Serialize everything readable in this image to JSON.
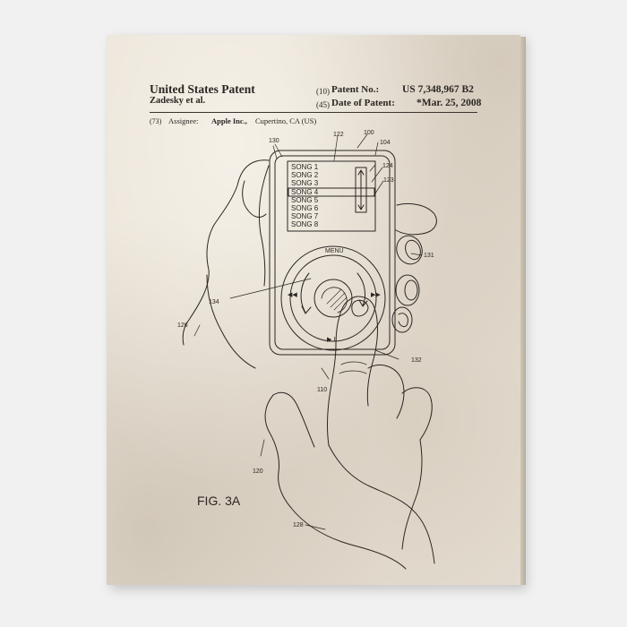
{
  "header": {
    "title": "United States Patent",
    "inventor": "Zadesky et al.",
    "patent_no_code": "(10)",
    "patent_no_label": "Patent No.:",
    "patent_no": "US 7,348,967 B2",
    "date_code": "(45)",
    "date_label": "Date of Patent:",
    "date": "*Mar. 25, 2008"
  },
  "assignee": {
    "code": "(73)",
    "label": "Assignee:",
    "name": "Apple Inc.,",
    "location": "Cupertino, CA (US)"
  },
  "screen": {
    "songs": [
      "SONG 1",
      "SONG 2",
      "SONG 3",
      "SONG 4",
      "SONG 5",
      "SONG 6",
      "SONG 7",
      "SONG 8"
    ]
  },
  "wheel": {
    "menu": "MENU",
    "play": "▶ II"
  },
  "refs": {
    "r100": "100",
    "r104": "104",
    "r122": "122",
    "r124": "124",
    "r123": "123",
    "r130": "130",
    "r131": "131",
    "r134": "134",
    "r126": "126",
    "r132": "132",
    "r110": "110",
    "r120": "120",
    "r128": "128"
  },
  "figure_label": "FIG. 3A",
  "colors": {
    "paper": "#e9e2d7",
    "ink": "#2b2622",
    "wall": "#f1f1f1"
  }
}
